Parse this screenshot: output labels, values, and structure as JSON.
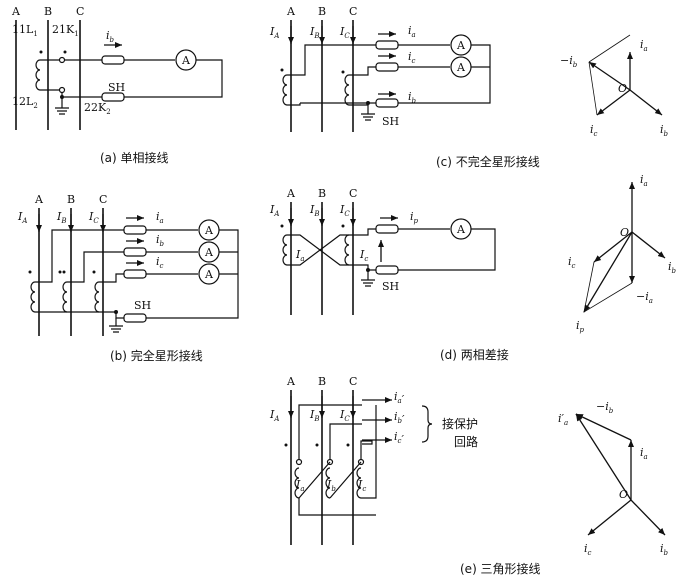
{
  "captions": {
    "a": "(a) 单相接线",
    "b": "(b) 完全星形接线",
    "c": "(c) 不完全星形接线",
    "d": "(d) 两相差接",
    "e": "(e) 三角形接线"
  },
  "phase_labels": [
    "A",
    "B",
    "C"
  ],
  "meter_label": "A",
  "ground_switch": "SH",
  "origin_label": "O",
  "a_terms": {
    "t1": "11L",
    "t1_sub": "1",
    "t2": "21K",
    "t2_sub": "1",
    "t3": "12L",
    "t3_sub": "2",
    "t4": "22K",
    "t4_sub": "2"
  },
  "cur": {
    "I": "I",
    "i": "i",
    "A": "A",
    "B": "B",
    "C": "C",
    "a": "a",
    "b": "b",
    "c": "c",
    "p": "p"
  },
  "neg": "−",
  "prime": "′",
  "protect_text": [
    "接保护",
    "回路"
  ]
}
